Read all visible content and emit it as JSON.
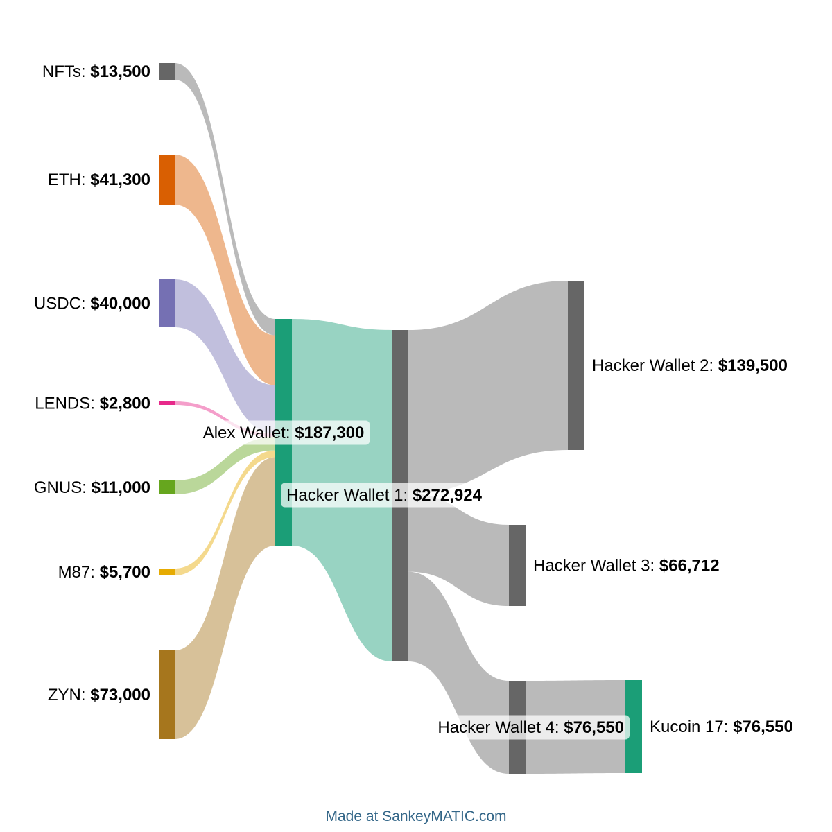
{
  "nodes": [
    {
      "id": "nfts",
      "name": "NFTs",
      "value": "$13,500",
      "color": "#666666"
    },
    {
      "id": "eth",
      "name": "ETH",
      "value": "$41,300",
      "color": "#d95f02"
    },
    {
      "id": "usdc",
      "name": "USDC",
      "value": "$40,000",
      "color": "#7570b3"
    },
    {
      "id": "lends",
      "name": "LENDS",
      "value": "$2,800",
      "color": "#e7298a"
    },
    {
      "id": "gnus",
      "name": "GNUS",
      "value": "$11,000",
      "color": "#66a61e"
    },
    {
      "id": "m87",
      "name": "M87",
      "value": "$5,700",
      "color": "#e6ab02"
    },
    {
      "id": "zyn",
      "name": "ZYN",
      "value": "$73,000",
      "color": "#a6761d"
    },
    {
      "id": "alex",
      "name": "Alex Wallet",
      "value": "$187,300",
      "color": "#1b9e77"
    },
    {
      "id": "hw1",
      "name": "Hacker Wallet 1",
      "value": "$272,924",
      "color": "#666666"
    },
    {
      "id": "hw2",
      "name": "Hacker Wallet 2",
      "value": "$139,500",
      "color": "#666666"
    },
    {
      "id": "hw3",
      "name": "Hacker Wallet 3",
      "value": "$66,712",
      "color": "#666666"
    },
    {
      "id": "hw4",
      "name": "Hacker Wallet 4",
      "value": "$76,550",
      "color": "#666666"
    },
    {
      "id": "kucoin",
      "name": "Kucoin 17",
      "value": "$76,550",
      "color": "#1b9e77"
    }
  ],
  "flows": [
    {
      "from": "nfts",
      "to": "alex",
      "amount": 13500,
      "color": "#666666"
    },
    {
      "from": "eth",
      "to": "alex",
      "amount": 41300,
      "color": "#d95f02"
    },
    {
      "from": "usdc",
      "to": "alex",
      "amount": 40000,
      "color": "#7570b3"
    },
    {
      "from": "lends",
      "to": "alex",
      "amount": 2800,
      "color": "#e7298a"
    },
    {
      "from": "gnus",
      "to": "alex",
      "amount": 11000,
      "color": "#66a61e"
    },
    {
      "from": "m87",
      "to": "alex",
      "amount": 5700,
      "color": "#e6ab02"
    },
    {
      "from": "zyn",
      "to": "alex",
      "amount": 73000,
      "color": "#a6761d"
    },
    {
      "from": "alex",
      "to": "hw1",
      "amount": 187300,
      "color": "#1b9e77"
    },
    {
      "from": "hw1",
      "to": "hw2",
      "amount": 139500,
      "color": "#666666"
    },
    {
      "from": "hw1",
      "to": "hw3",
      "amount": 66712,
      "color": "#666666"
    },
    {
      "from": "hw1",
      "to": "hw4",
      "amount": 76550,
      "color": "#666666"
    },
    {
      "from": "hw4",
      "to": "kucoin",
      "amount": 76550,
      "color": "#666666"
    }
  ],
  "footer": "Made at SankeyMATIC.com"
}
